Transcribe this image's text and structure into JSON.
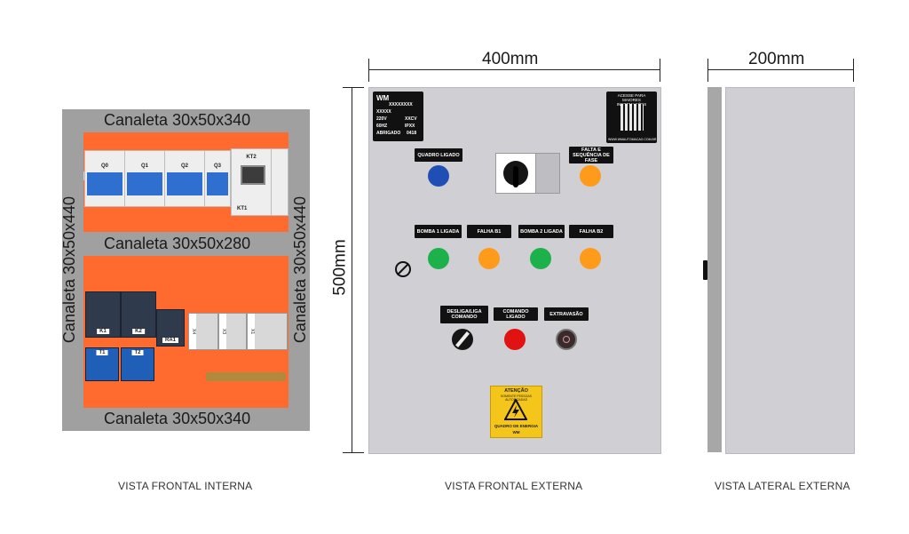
{
  "internal_view": {
    "caption": "VISTA FRONTAL INTERNA",
    "duct_top": "Canaleta 30x50x340",
    "duct_middle": "Canaleta 30x50x280",
    "duct_bottom": "Canaleta 30x50x340",
    "duct_left": "Canaleta 30x50x440",
    "duct_right": "Canaleta 30x50x440",
    "breakers": [
      "Q0",
      "Q1",
      "Q2",
      "Q3"
    ],
    "relays_top": [
      "KT2",
      "KT1"
    ],
    "contactors": [
      "K1",
      "K2"
    ],
    "overload_relays": [
      "T1",
      "T2"
    ],
    "aux_relay": "RA1",
    "terminal_blocks": [
      "X4",
      "X3",
      "X1"
    ]
  },
  "front_view": {
    "caption": "VISTA FRONTAL EXTERNA",
    "width_dim": "400mm",
    "height_dim": "500mm",
    "nameplate": {
      "company": "WM",
      "serial": "XXXXXXXX",
      "model": "XXXXX",
      "voltage": "220V",
      "voltage_val": "XXCV",
      "freq": "60HZ",
      "ip": "IPXX",
      "sheltered": "ABRIGADO",
      "date": "0418"
    },
    "qr_plate": {
      "top_text": "ACESSE PARA MAIORES INFORMAÇÕES",
      "bottom_text": "WWW.WMAUTOMACAO.COM.BR"
    },
    "labels": {
      "quadro_ligado": "QUADRO LIGADO",
      "falta_fase": "FALTA E SEQUÊNCIA DE FASE",
      "bomba1": "BOMBA 1 LIGADA",
      "falha_b1": "FALHA B1",
      "bomba2": "BOMBA 2 LIGADA",
      "falha_b2": "FALHA B2",
      "desliga_liga": "DESLIGA/LIGA COMANDO",
      "comando_ligado": "COMANDO LIGADO",
      "extravasao": "EXTRAVASÃO"
    },
    "warning": {
      "title": "ATENÇÃO",
      "subtitle": "SOMENTE PESSOAS AUTORIZADAS",
      "bottom": "QUADRO DE ENERGIA",
      "brand": "WM"
    },
    "colors": {
      "blue": "#1f4fb5",
      "green": "#1db14b",
      "orange": "#ff9b1a",
      "red": "#e01212",
      "black": "#151515"
    }
  },
  "side_view": {
    "caption": "VISTA LATERAL EXTERNA",
    "width_dim": "200mm"
  }
}
